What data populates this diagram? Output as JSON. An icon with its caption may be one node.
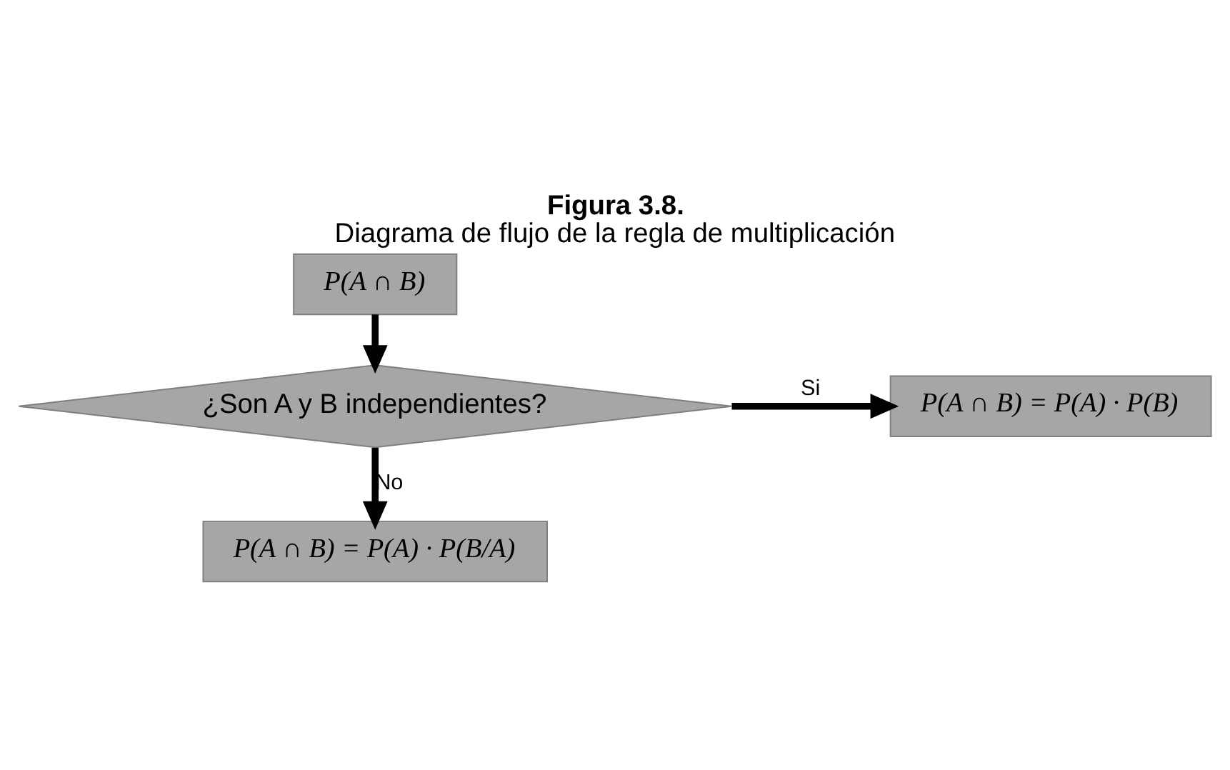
{
  "diagram": {
    "title": "Figura 3.8.",
    "caption": "Diagrama de flujo de la regla de multiplicación",
    "nodes": [
      {
        "text": [
          "P(A ∩ B)"
        ]
      },
      {
        "text": [
          "¿Son A y B independientes?"
        ]
      },
      {
        "text": [
          "P(A ∩ B) = P(A) · P(B)"
        ]
      },
      {
        "text": [
          "P(A ∩ B) = P(A) · P(B/A)"
        ]
      }
    ],
    "edges": [
      {
        "from": 0,
        "to": 1,
        "arrow": "to"
      },
      {
        "from": 1,
        "to": 2,
        "arrow": "to",
        "label": "Si"
      },
      {
        "from": 1,
        "to": 3,
        "arrow": "to",
        "label": "No"
      }
    ]
  }
}
